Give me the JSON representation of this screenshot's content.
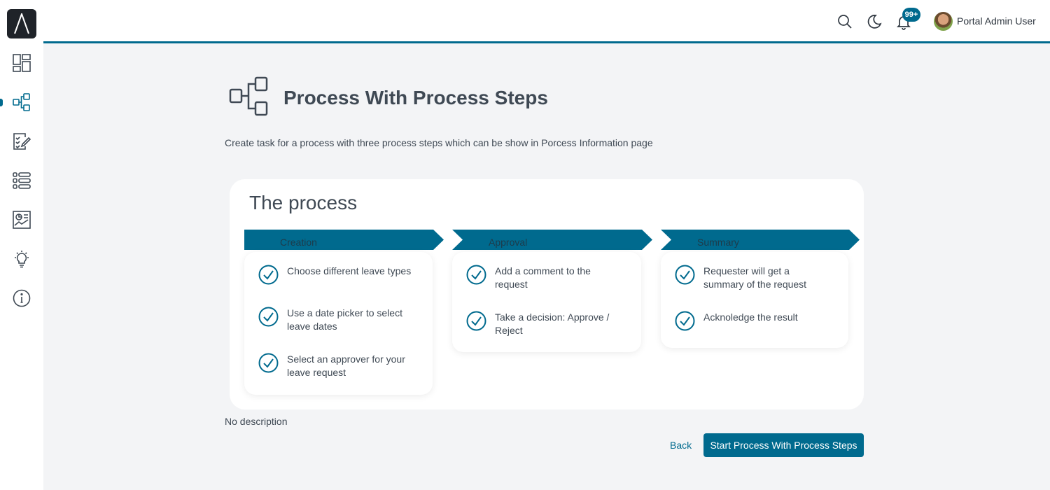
{
  "app": {
    "logo_icon": "portal-logo-icon"
  },
  "sidebar": {
    "items": [
      {
        "name": "dashboard",
        "icon": "dashboard-icon",
        "active": false
      },
      {
        "name": "processes",
        "icon": "process-icon",
        "active": true
      },
      {
        "name": "tasks",
        "icon": "task-list-icon",
        "active": false
      },
      {
        "name": "cases",
        "icon": "list-icon",
        "active": false
      },
      {
        "name": "statistics",
        "icon": "statistics-icon",
        "active": false
      },
      {
        "name": "ideas",
        "icon": "lightbulb-icon",
        "active": false
      },
      {
        "name": "about",
        "icon": "info-icon",
        "active": false
      }
    ]
  },
  "topbar": {
    "notification_count": "99+",
    "user_name": "Portal Admin User",
    "accent_color": "#006a8e"
  },
  "header": {
    "title": "Process With Process Steps",
    "description": "Create task for a process with three process steps which can be show in Porcess Information page"
  },
  "process": {
    "title": "The process",
    "steps": [
      {
        "label": "Creation",
        "items": [
          "Choose different leave types",
          "Use a date picker to select leave dates",
          "Select an approver for your leave request"
        ]
      },
      {
        "label": "Approval",
        "items": [
          "Add a comment to the request",
          "Take a decision: Approve / Reject"
        ]
      },
      {
        "label": "Summary",
        "items": [
          "Requester will get a summary of the request",
          "Acknoledge the result"
        ]
      }
    ]
  },
  "footer": {
    "no_description": "No description",
    "back_label": "Back",
    "start_label": "Start Process With Process Steps"
  }
}
